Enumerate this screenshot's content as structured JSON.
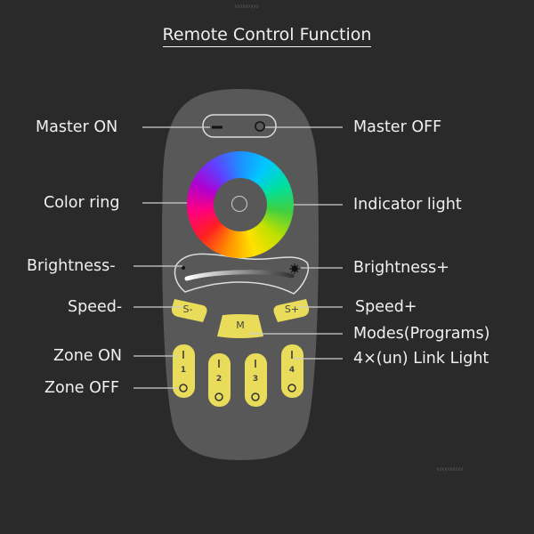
{
  "title": "Remote Control Function",
  "labels_left": {
    "master_on": "Master ON",
    "color_ring": "Color ring",
    "brightness_minus": "Brightness-",
    "speed_minus": "Speed-",
    "zone_on": "Zone ON",
    "zone_off": "Zone OFF"
  },
  "labels_right": {
    "master_off": "Master OFF",
    "indicator_light": "Indicator light",
    "brightness_plus": "Brightness+",
    "speed_plus": "Speed+",
    "modes": "Modes(Programs)",
    "link_light": "4×(un) Link Light"
  },
  "buttons": {
    "speed_minus": "S-",
    "speed_plus": "S+",
    "mode": "M",
    "zones": [
      "1",
      "2",
      "3",
      "4"
    ]
  },
  "colors": {
    "background": "#2a2a2a",
    "remote": "#585858",
    "button": "#e8dc5a"
  }
}
